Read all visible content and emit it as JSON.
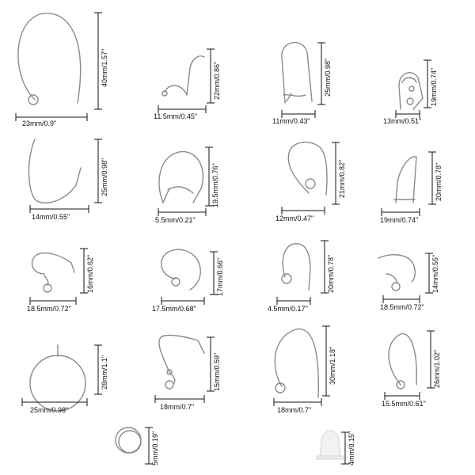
{
  "items": [
    {
      "name": "marquise-ear-wire-large",
      "width": "23mm/0.9\"",
      "height": "40mm/1.57\""
    },
    {
      "name": "lever-hook-small",
      "width": "11.5mm/0.45\"",
      "height": "22mm/0.86\""
    },
    {
      "name": "kidney-ear-wire",
      "width": "11mm/0.43\"",
      "height": "25mm/0.98\""
    },
    {
      "name": "leverback-earring",
      "width": "13mm/0.51\"",
      "height": "19mm/0.74\""
    },
    {
      "name": "curved-ear-wire",
      "width": "14mm/0.55\"",
      "height": "25mm/0.98\""
    },
    {
      "name": "round-kidney-wire",
      "width": "5.5mm/0.21\"",
      "height": "19.5mm/0.76\""
    },
    {
      "name": "french-hook-loop",
      "width": "12mm/0.47\"",
      "height": "21mm/0.82\""
    },
    {
      "name": "long-j-hook",
      "width": "19mm/0.74\"",
      "height": "20mm/0.78\""
    },
    {
      "name": "fish-hook-coil",
      "width": "18.5mm/0.72\"",
      "height": "16mm/0.62\""
    },
    {
      "name": "round-ear-wire",
      "width": "17.5mm/0.68\"",
      "height": "17mm/0.66\""
    },
    {
      "name": "hook-with-loop",
      "width": "4.5mm/0.17\"",
      "height": "20mm/0.78\""
    },
    {
      "name": "fish-hook-spring",
      "width": "18.5mm/0.72\"",
      "height": "14mm/0.55\""
    },
    {
      "name": "hoop-ring",
      "width": "25mm/0.98\"",
      "height": "28mm/1.1\""
    },
    {
      "name": "fish-hook-ball",
      "width": "18mm/0.7\"",
      "height": "15mm/0.59\""
    },
    {
      "name": "marquise-ear-wire-medium",
      "width": "18mm/0.7\"",
      "height": "30mm/1.18\""
    },
    {
      "name": "marquise-ear-wire-small",
      "width": "15.5mm/0.61\"",
      "height": "26mm/1.02\""
    },
    {
      "name": "jump-ring",
      "width": "",
      "height": "5mm/0.19\""
    },
    {
      "name": "rubber-ear-nut",
      "width": "",
      "height": "4mm/0.15\""
    }
  ]
}
